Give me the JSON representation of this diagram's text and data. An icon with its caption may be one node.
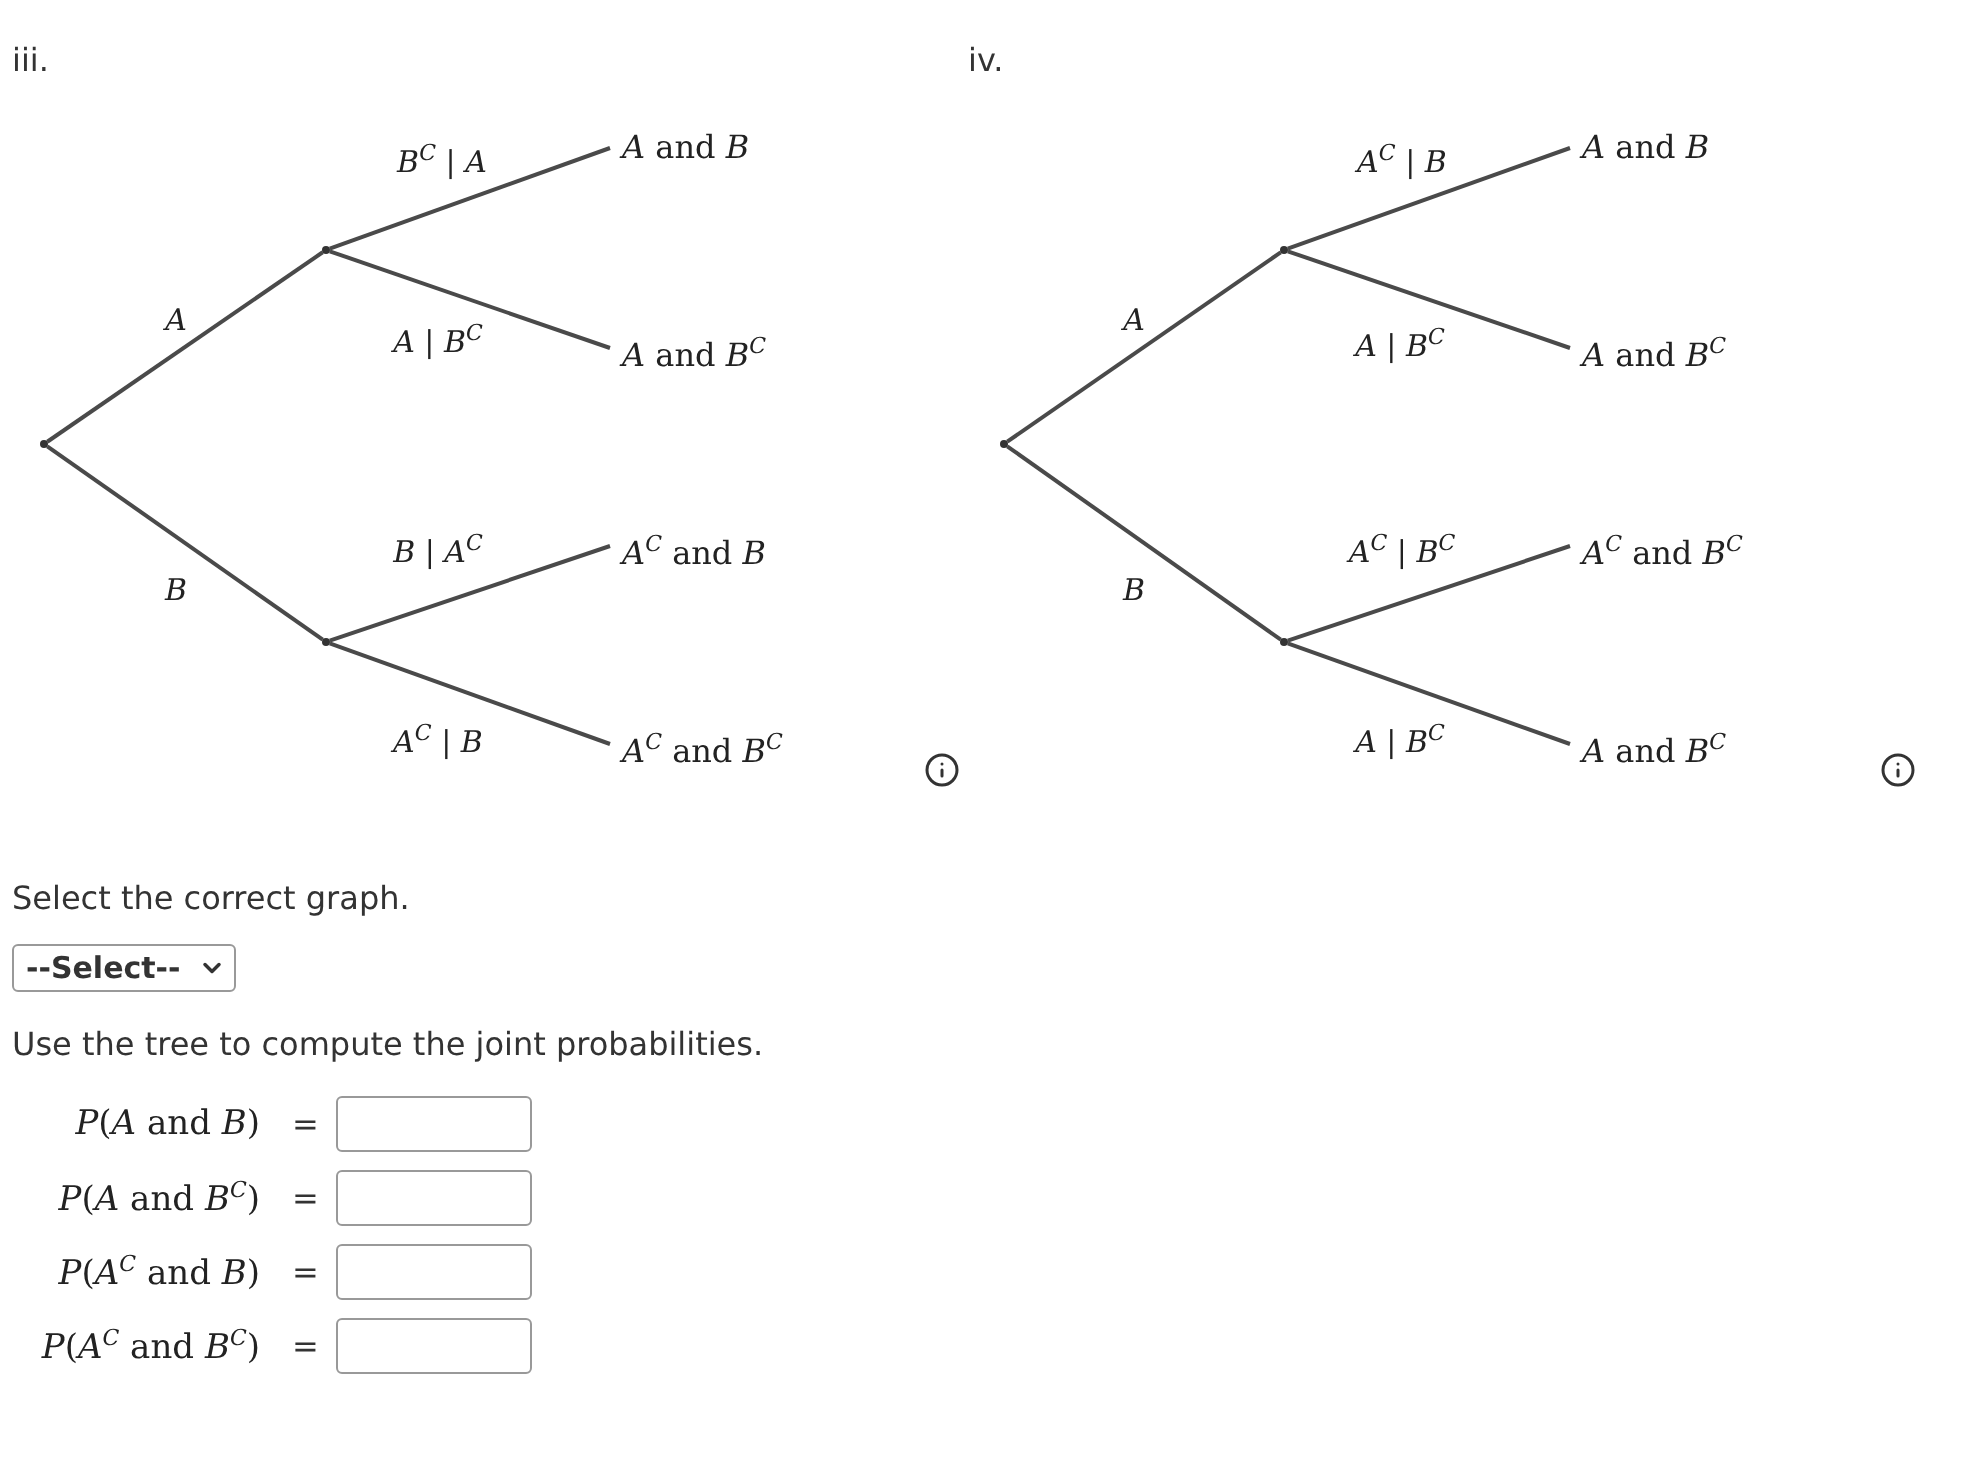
{
  "diagram": {
    "nodes": [
      {
        "text": [],
        "shape": "circle"
      },
      {
        "text": [],
        "shape": "circle"
      },
      {
        "text": [],
        "shape": "circle"
      },
      {
        "text": [
          "*A* and *B*"
        ]
      },
      {
        "text": [
          "*A* and *B*$^{C}$"
        ]
      },
      {
        "text": [
          "*A*$^{C}$ and *B*"
        ]
      },
      {
        "text": [
          "*A*$^{C}$ and *B*$^{C}$"
        ]
      },
      {
        "text": [],
        "shape": "circle"
      },
      {
        "text": [],
        "shape": "circle"
      },
      {
        "text": [],
        "shape": "circle"
      },
      {
        "text": [
          "*A* and *B*"
        ]
      },
      {
        "text": [
          "*A* and *B*$^{C}$"
        ]
      },
      {
        "text": [
          "*A*$^{C}$ and *B*$^{C}$"
        ]
      },
      {
        "text": [
          "*A* and *B*$^{C}$"
        ]
      }
    ],
    "edges": [
      {
        "from": 0,
        "to": 1,
        "arrow": "none",
        "label": "A"
      },
      {
        "from": 0,
        "to": 2,
        "arrow": "none",
        "label": "B"
      },
      {
        "from": 1,
        "to": 3,
        "arrow": "none",
        "label": "B$^{C}$ | A"
      },
      {
        "from": 1,
        "to": 4,
        "arrow": "none",
        "label": "A | B$^{C}$"
      },
      {
        "from": 2,
        "to": 5,
        "arrow": "none",
        "label": "B | A$^{C}$"
      },
      {
        "from": 2,
        "to": 6,
        "arrow": "none",
        "label": "A$^{C}$ | B"
      },
      {
        "from": 7,
        "to": 8,
        "arrow": "none",
        "label": "A"
      },
      {
        "from": 7,
        "to": 9,
        "arrow": "none",
        "label": "B"
      },
      {
        "from": 8,
        "to": 10,
        "arrow": "none",
        "label": "A$^{C}$ | B"
      },
      {
        "from": 8,
        "to": 11,
        "arrow": "none",
        "label": "A | B$^{C}$"
      },
      {
        "from": 9,
        "to": 12,
        "arrow": "none",
        "label": "A$^{C}$ | B$^{C}$"
      },
      {
        "from": 9,
        "to": 13,
        "arrow": "none",
        "label": "A | B$^{C}$"
      }
    ],
    "labels": [
      "iii.",
      "iv.",
      "Select the correct graph.",
      "--Select--",
      "Use the tree to compute the joint probabilities.",
      "*P*(*A* and *B*)",
      "=",
      "*P*(*A* and *B*$^{C}$)",
      "=",
      "*P*(*A*$^{C}$ and *B*)",
      "=",
      "*P*(*A*$^{C}$ and *B*$^{C}$)",
      "="
    ]
  }
}
